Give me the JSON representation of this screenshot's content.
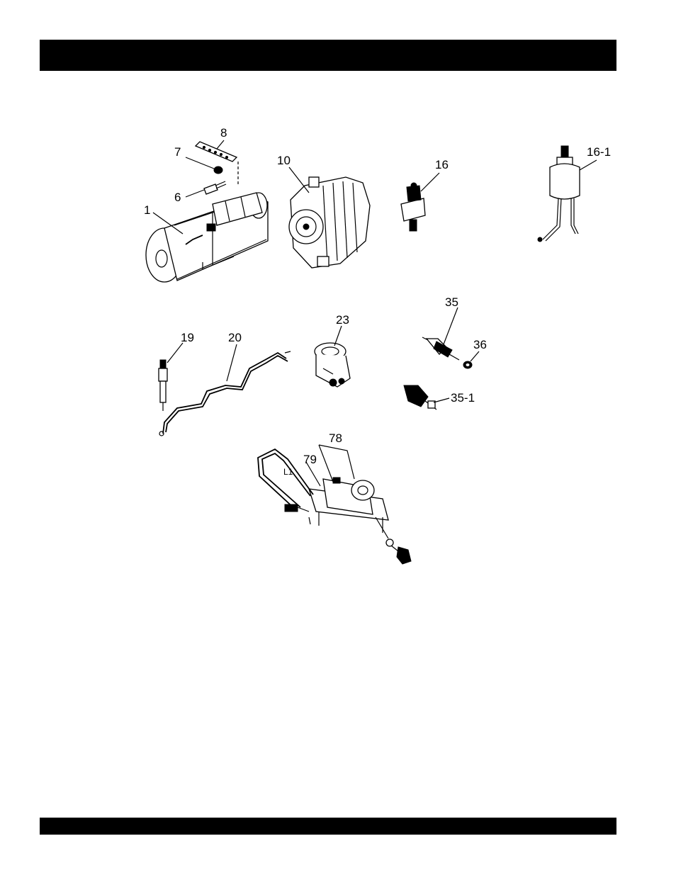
{
  "header_bar": {
    "color": "#000000"
  },
  "footer_bar": {
    "color": "#000000"
  },
  "callouts": {
    "c1": "1",
    "c6": "6",
    "c7": "7",
    "c8": "8",
    "c10": "10",
    "c16": "16",
    "c16_1": "16-1",
    "c19": "19",
    "c20": "20",
    "c23": "23",
    "c35": "35",
    "c36": "36",
    "c35_1": "35-1",
    "c78": "78",
    "c79": "79",
    "cL1": "L1"
  },
  "parts": [
    {
      "id": "starter-motor",
      "icon": "starter-motor-icon"
    },
    {
      "id": "alternator",
      "icon": "alternator-icon"
    },
    {
      "id": "oil-pressure-switch",
      "icon": "pressure-switch-icon"
    },
    {
      "id": "pressure-sender",
      "icon": "pressure-sender-icon"
    },
    {
      "id": "glow-plug",
      "icon": "glow-plug-icon"
    },
    {
      "id": "connector-wire",
      "icon": "wire-icon"
    },
    {
      "id": "thermostat-housing",
      "icon": "housing-icon"
    },
    {
      "id": "temperature-switch",
      "icon": "temperature-switch-icon"
    },
    {
      "id": "washer",
      "icon": "washer-icon"
    },
    {
      "id": "temperature-sender",
      "icon": "temperature-sender-icon"
    },
    {
      "id": "fuel-solenoid-assembly",
      "icon": "solenoid-icon"
    }
  ]
}
